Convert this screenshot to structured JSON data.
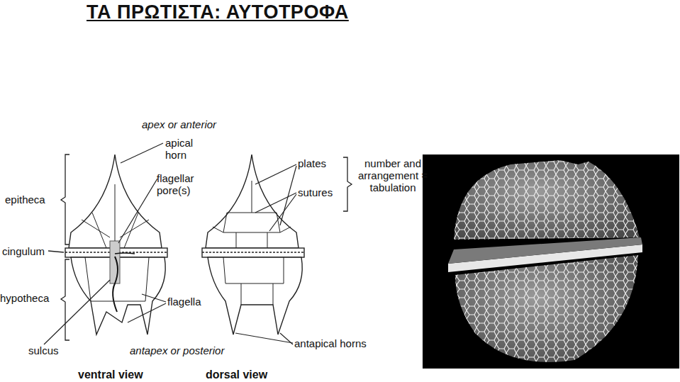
{
  "diagram": {
    "title": "ΤΑ ΠΡΩΤΙΣΤΑ: ΑΥΤΟΤΡΟΦΑ",
    "labels": [
      "apex or anterior",
      "apical horn",
      "flagellar pore(s)",
      "epitheca",
      "cingulum",
      "hypotheca",
      "flagella",
      "sulcus",
      "antapex or posterior",
      "ventral view",
      "dorsal view",
      "plates",
      "sutures",
      "number and arrangement = tabulation",
      "antapical horns"
    ]
  }
}
